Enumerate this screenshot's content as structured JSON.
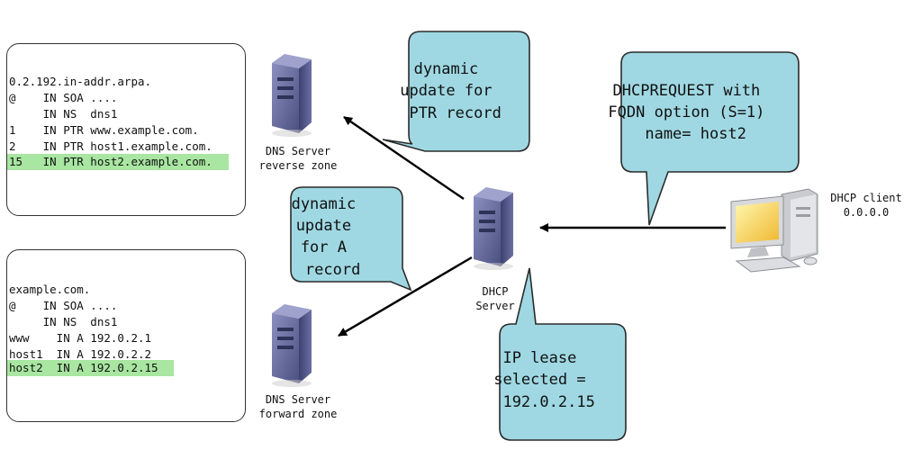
{
  "reverse_zone": {
    "origin": "0.2.192.in-addr.arpa.",
    "lines": [
      "@    IN SOA ....",
      "     IN NS  dns1",
      "1    IN PTR www.example.com.",
      "2    IN PTR host1.example.com."
    ],
    "highlighted": "15   IN PTR host2.example.com."
  },
  "forward_zone": {
    "origin": "example.com.",
    "lines": [
      "@    IN SOA ....",
      "     IN NS  dns1",
      "www    IN A 192.0.2.1",
      "host1  IN A 192.0.2.2"
    ],
    "highlighted": "host2  IN A 192.0.2.15"
  },
  "nodes": {
    "dns_reverse": [
      "DNS Server",
      "reverse zone"
    ],
    "dns_forward": [
      "DNS Server",
      "forward zone"
    ],
    "dhcp_server": [
      "DHCP",
      "Server"
    ],
    "dhcp_client": [
      "DHCP client",
      "0.0.0.0"
    ]
  },
  "bubbles": {
    "ptr_update": [
      "dynamic",
      "update for",
      "PTR record"
    ],
    "a_update": [
      "dynamic",
      "update",
      "for A",
      "record"
    ],
    "dhcprequest": [
      "DHCPREQUEST with",
      "FQDN option (S=1)",
      "name= host2"
    ],
    "ip_lease": [
      "IP lease",
      "selected =",
      "192.0.2.15"
    ]
  },
  "colors": {
    "bubble_fill": "#9fd8e3",
    "bubble_stroke": "#2b2b2b",
    "highlight": "#a8e6a1",
    "server_body": "#5a5f8e",
    "arrow": "#000000"
  },
  "icons": {
    "server": "server-tower-icon",
    "client": "desktop-computer-icon"
  }
}
